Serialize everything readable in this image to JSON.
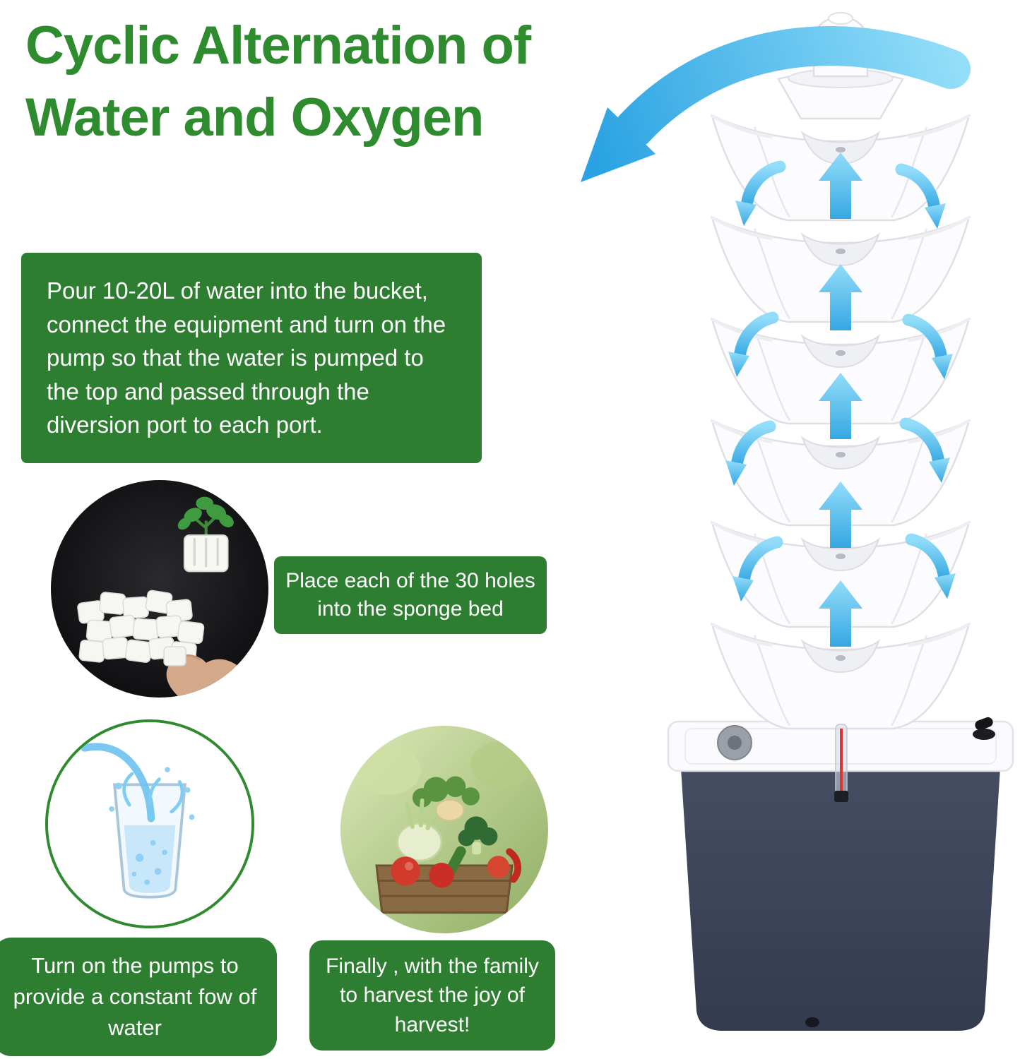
{
  "colors": {
    "title_green": "#2e8b2e",
    "box_green": "#2e7e32",
    "arrow_blue": "#46b4e9",
    "bucket_dark": "#3b4254",
    "tower_white": "#fcfcfe"
  },
  "title": {
    "line1": "Cyclic Alternation of",
    "line2": "Water and Oxygen"
  },
  "intro_box": {
    "text": "Pour 10-20L of water into the bucket, connect the equipment and turn on the pump so that the water is pumped to the top and passed through the diversion port to each port."
  },
  "callouts": {
    "sponge": "Place each of the 30 holes into the sponge bed",
    "pump": "Turn on the pumps to provide a constant fow of water",
    "harvest": "Finally , with the family to harvest the joy of harvest!"
  },
  "icons": {
    "up_arrow": "water-up-arrow",
    "swoosh_arrow": "water-overflow-arrow",
    "big_arrow": "water-return-arrow"
  }
}
